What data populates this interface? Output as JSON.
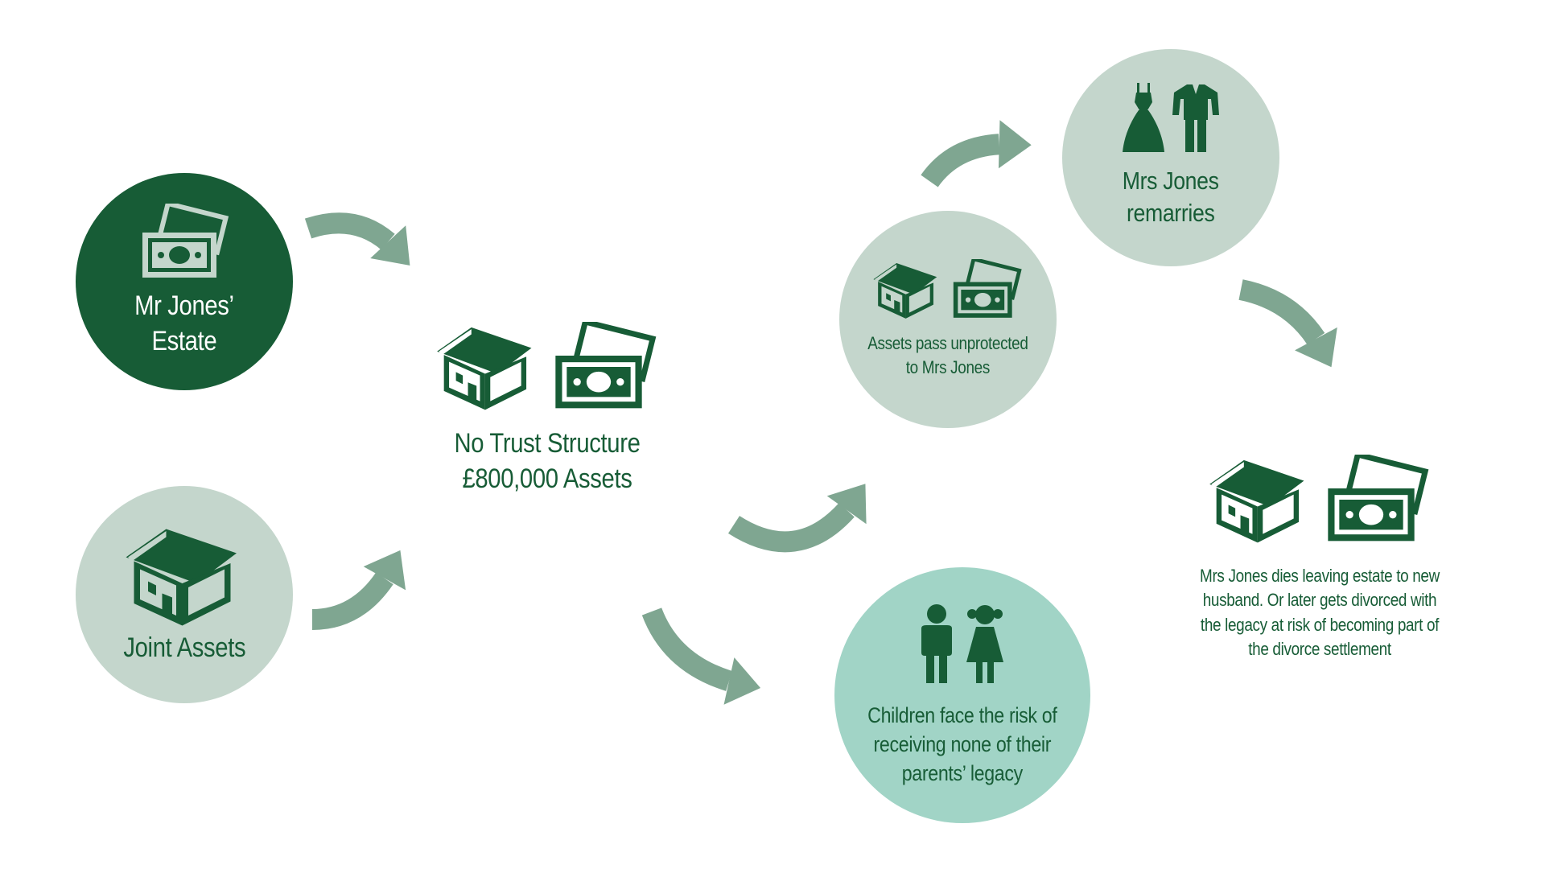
{
  "palette": {
    "dark_green": "#175c36",
    "light_green": "#c4d6cc",
    "teal_green": "#a1d4c6",
    "arrow_green": "#7fa691",
    "background": "#ffffff"
  },
  "nodes": {
    "mr_jones_estate": {
      "line1": "Mr Jones’",
      "line2": "Estate",
      "icon": "banknotes-icon"
    },
    "joint_assets": {
      "line1": "Joint Assets",
      "icon": "house-icon"
    },
    "no_trust": {
      "line1": "No Trust Structure",
      "line2": "£800,000 Assets",
      "icons": [
        "house-icon",
        "banknotes-icon"
      ]
    },
    "assets_pass": {
      "line1": "Assets pass unprotected",
      "line2": "to Mrs Jones",
      "icons": [
        "house-icon",
        "banknotes-icon"
      ]
    },
    "remarries": {
      "line1": "Mrs Jones",
      "line2": "remarries",
      "icons": [
        "wedding-dress-icon",
        "suit-icon"
      ]
    },
    "outcome": {
      "line1": "Mrs Jones dies leaving estate to new",
      "line2": "husband. Or later gets divorced with",
      "line3": "the legacy at risk of becoming part of",
      "line4": "the divorce settlement",
      "icons": [
        "house-icon",
        "banknotes-icon"
      ]
    },
    "children": {
      "line1": "Children face the risk of",
      "line2": "receiving none of their",
      "line3": "parents’ legacy",
      "icons": [
        "boy-icon",
        "girl-icon"
      ]
    }
  }
}
